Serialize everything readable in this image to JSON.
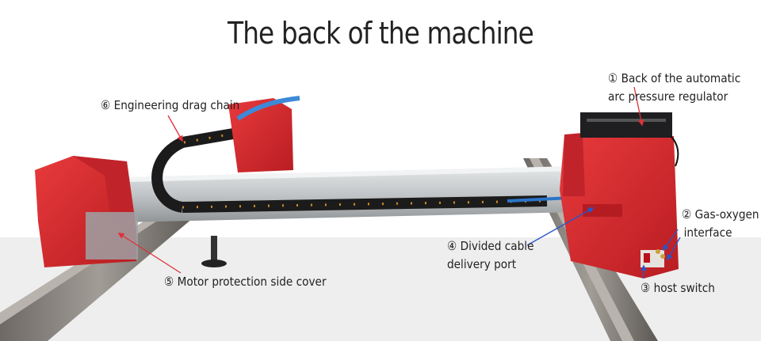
{
  "title": "The back of the machine",
  "callouts": [
    {
      "num": "①",
      "lines": [
        "Back of the automatic",
        "arc pressure regulator"
      ]
    },
    {
      "num": "②",
      "lines": [
        "Gas-oxygen",
        "interface"
      ]
    },
    {
      "num": "③",
      "lines": [
        "host switch"
      ]
    },
    {
      "num": "④",
      "lines": [
        "Divided cable",
        "delivery port"
      ]
    },
    {
      "num": "⑤",
      "lines": [
        "Motor protection side cover"
      ]
    },
    {
      "num": "⑥",
      "lines": [
        "Engineering drag chain"
      ]
    }
  ],
  "colors": {
    "machine_red": "#d8282c",
    "arrow_red": "#e0303a",
    "arrow_blue": "#2a55c8",
    "rail": "#8a8580",
    "beam": "#c9cbcc"
  }
}
